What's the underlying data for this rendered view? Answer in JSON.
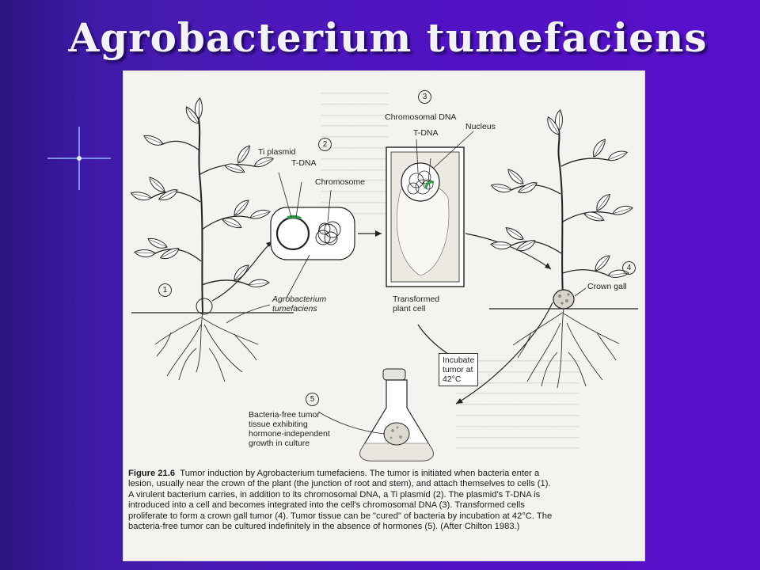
{
  "slide": {
    "title": "Agrobacterium tumefaciens"
  },
  "figure": {
    "steps": [
      "1",
      "2",
      "3",
      "4",
      "5"
    ],
    "labels": {
      "ti_plasmid": "Ti plasmid",
      "t_dna_plasmid": "T-DNA",
      "chromosome": "Chromosome",
      "agrobacterium": "Agrobacterium\ntumefaciens",
      "chromosomal_dna": "Chromosomal DNA",
      "t_dna_cell": "T-DNA",
      "nucleus": "Nucleus",
      "transformed_cell": "Transformed\nplant cell",
      "crown_gall": "Crown gall",
      "incubate": "Incubate\ntumor at\n42°C",
      "bacteria_free": "Bacteria-free tumor\ntissue exhibiting\nhormone-independent\ngrowth in culture"
    },
    "caption": {
      "figure_number": "Figure 21.6",
      "text": "Tumor induction by Agrobacterium tumefaciens. The tumor is initiated when bacteria enter a lesion, usually near the crown of the plant (the junction of root and stem), and attach themselves to cells (1). A virulent bacterium carries, in addition to its chromosomal DNA, a Ti plasmid (2). The plasmid's T-DNA is introduced into a cell and becomes integrated into the cell's chromosomal DNA (3). Transformed cells proliferate to form a crown gall tumor (4). Tumor tissue can be \"cured\" of bacteria by incubation at 42°C. The bacteria-free tumor can be cultured indefinitely in the absence of hormones (5). (After Chilton 1983.)"
    }
  },
  "colors": {
    "slide_bg": "#4a1ab8",
    "title": "#f2f2f8",
    "page": "#f4f3ef",
    "t_dna_highlight": "#2e9e4a"
  }
}
